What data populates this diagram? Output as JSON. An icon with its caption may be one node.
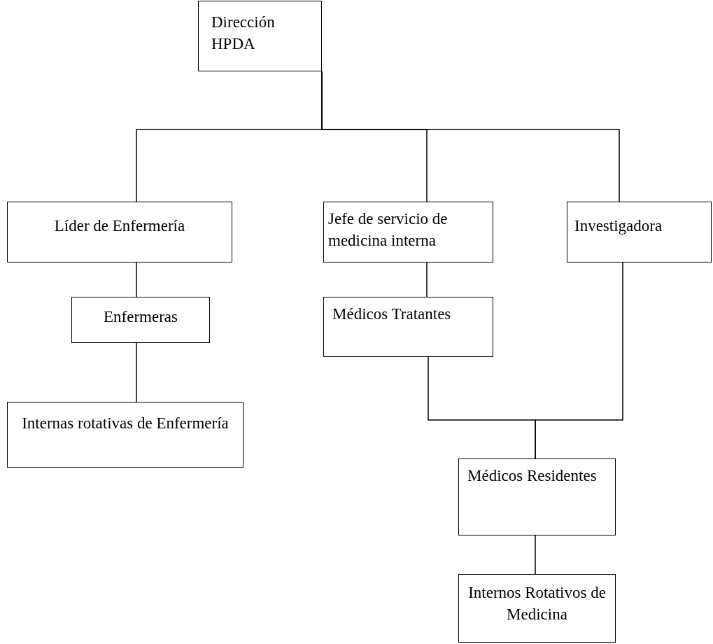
{
  "diagram": {
    "nodes": [
      {
        "text": [
          "Dirección HPDA"
        ]
      },
      {
        "text": [
          "Líder de Enfermería"
        ]
      },
      {
        "text": [
          "Jefe de servicio de medicina interna"
        ]
      },
      {
        "text": [
          "Investigadora"
        ]
      },
      {
        "text": [
          "Enfermeras"
        ]
      },
      {
        "text": [
          "Médicos Tratantes"
        ]
      },
      {
        "text": [
          "Internas rotativas de Enfermería"
        ]
      },
      {
        "text": [
          "Médicos Residentes"
        ]
      },
      {
        "text": [
          "Internos Rotativos de Medicina"
        ]
      }
    ],
    "edges": [
      {
        "from": 0,
        "to": 1,
        "arrow": "none"
      },
      {
        "from": 0,
        "to": 2,
        "arrow": "none"
      },
      {
        "from": 0,
        "to": 3,
        "arrow": "none"
      },
      {
        "from": 1,
        "to": 4,
        "arrow": "none"
      },
      {
        "from": 4,
        "to": 6,
        "arrow": "none"
      },
      {
        "from": 2,
        "to": 5,
        "arrow": "none"
      },
      {
        "from": 5,
        "to": 7,
        "arrow": "none"
      },
      {
        "from": 3,
        "to": 7,
        "arrow": "none"
      },
      {
        "from": 7,
        "to": 8,
        "arrow": "none"
      }
    ]
  }
}
